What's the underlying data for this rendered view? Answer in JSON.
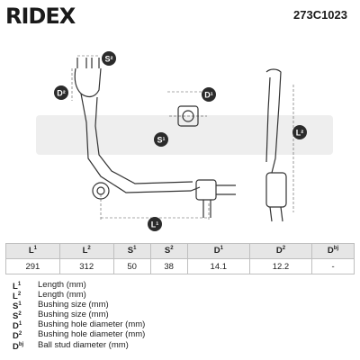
{
  "brand": {
    "name": "RIDEX"
  },
  "part_number": "273C1023",
  "drawing_labels": {
    "s2": "S²",
    "d2": "D²",
    "d1": "D¹",
    "s1": "S¹",
    "l2": "L²",
    "l1": "L¹"
  },
  "specs": {
    "columns": [
      {
        "code": "L",
        "sup": "1"
      },
      {
        "code": "L",
        "sup": "2"
      },
      {
        "code": "S",
        "sup": "1"
      },
      {
        "code": "S",
        "sup": "2"
      },
      {
        "code": "D",
        "sup": "1"
      },
      {
        "code": "D",
        "sup": "2"
      },
      {
        "code": "D",
        "sup": "bj"
      }
    ],
    "values": [
      "291",
      "312",
      "50",
      "38",
      "14.1",
      "12.2",
      "-"
    ]
  },
  "legend": [
    {
      "code": "L",
      "sup": "1",
      "desc": "Length (mm)"
    },
    {
      "code": "L",
      "sup": "2",
      "desc": "Length (mm)"
    },
    {
      "code": "S",
      "sup": "1",
      "desc": "Bushing size (mm)"
    },
    {
      "code": "S",
      "sup": "2",
      "desc": "Bushing size (mm)"
    },
    {
      "code": "D",
      "sup": "1",
      "desc": "Bushing hole diameter (mm)"
    },
    {
      "code": "D",
      "sup": "2",
      "desc": "Bushing hole diameter (mm)"
    },
    {
      "code": "D",
      "sup": "bj",
      "desc": "Ball stud diameter (mm)"
    }
  ],
  "colors": {
    "brand_red": "#e4002b",
    "badge_fill": "#2b2b2b",
    "header_gray": "#e6e6e6"
  },
  "icons": [
    "control-arm-drawing",
    "bushing-drawing",
    "side-view-drawing",
    "watermark-logo"
  ]
}
